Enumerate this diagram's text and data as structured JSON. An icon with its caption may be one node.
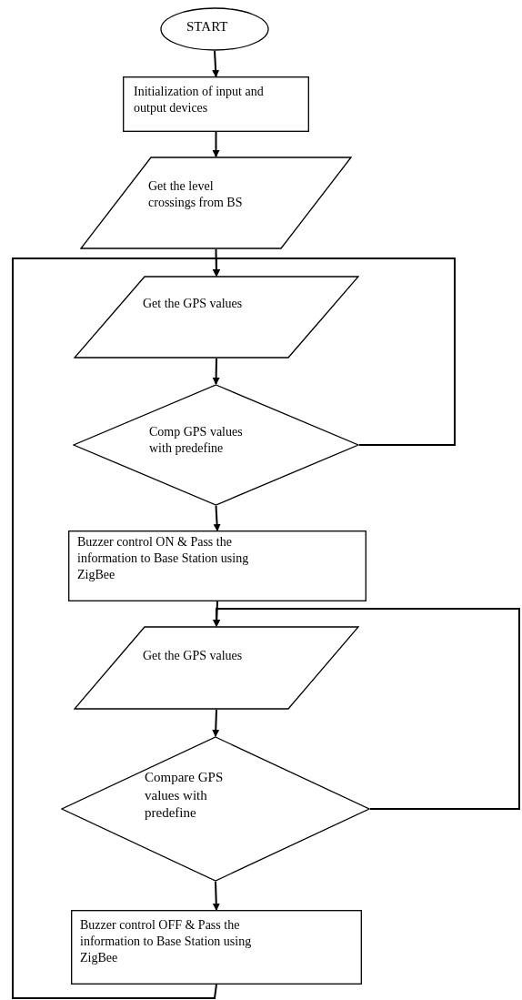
{
  "diagram": {
    "nodes": [
      {
        "text": [
          "START"
        ]
      },
      {
        "text": [
          "Initialization of input and output devices"
        ]
      },
      {
        "text": [
          "Get the level crossings from BS"
        ]
      },
      {
        "text": [
          "Get the GPS values"
        ]
      },
      {
        "text": [
          "Comp GPS values with predefine"
        ]
      },
      {
        "text": [
          "Buzzer control ON & Pass the information to Base Station using ZigBee"
        ]
      },
      {
        "text": [
          "Get the GPS values"
        ]
      },
      {
        "text": [
          "Compare GPS values with predefine"
        ]
      },
      {
        "text": [
          "Buzzer control OFF & Pass the information to Base Station using ZigBee"
        ]
      }
    ],
    "edges": [
      {
        "from": 0,
        "to": 1,
        "arrow": "to"
      },
      {
        "from": 1,
        "to": 2,
        "arrow": "to"
      },
      {
        "from": 2,
        "to": 3,
        "arrow": "to"
      },
      {
        "from": 3,
        "to": 4,
        "arrow": "to"
      },
      {
        "from": 4,
        "to": 3,
        "arrow": "to"
      },
      {
        "from": 4,
        "to": 5,
        "arrow": "to"
      },
      {
        "from": 5,
        "to": 6,
        "arrow": "to"
      },
      {
        "from": 6,
        "to": 7,
        "arrow": "to"
      },
      {
        "from": 7,
        "to": 6,
        "arrow": "to"
      },
      {
        "from": 7,
        "to": 8,
        "arrow": "to"
      },
      {
        "from": 8,
        "to": 3,
        "arrow": "to"
      }
    ]
  }
}
